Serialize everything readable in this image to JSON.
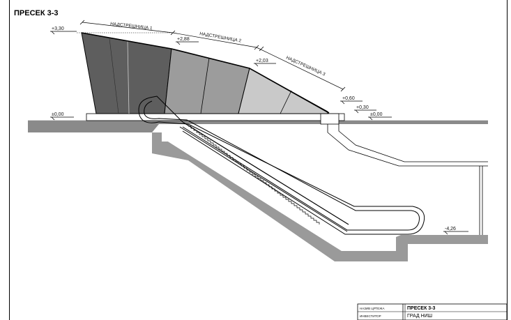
{
  "drawing": {
    "section_title": "ПРЕСЕК 3-3",
    "levels": {
      "top_canopy_1": "+3,30",
      "canopy_2": "+2,88",
      "canopy_3": "+2,03",
      "stair_top": "+0,60",
      "side_step": "+0,30",
      "ground_left": "±0,00",
      "ground_right": "±0,00",
      "bottom": "-4,26"
    },
    "canopies": [
      "НАДСТРЕШНИЦА 1",
      "НАДСТРЕШНИЦА 2",
      "НАДСТРЕШНИЦА 3"
    ]
  },
  "title_block": {
    "rows": [
      {
        "label": "НАЗИВ ЦРТЕЖА",
        "value": "ПРЕСЕК 3-3"
      },
      {
        "label": "ИНВЕСТИТОР",
        "value": "ГРАД НИШ"
      }
    ]
  },
  "colors": {
    "canopy_1_fill": "#5e5e5e",
    "canopy_2_fill": "#9c9c9c",
    "canopy_3_fill": "#c9c9c9",
    "section_hatch": "#8a8a8a",
    "ground_line": "#9a9a9a"
  }
}
